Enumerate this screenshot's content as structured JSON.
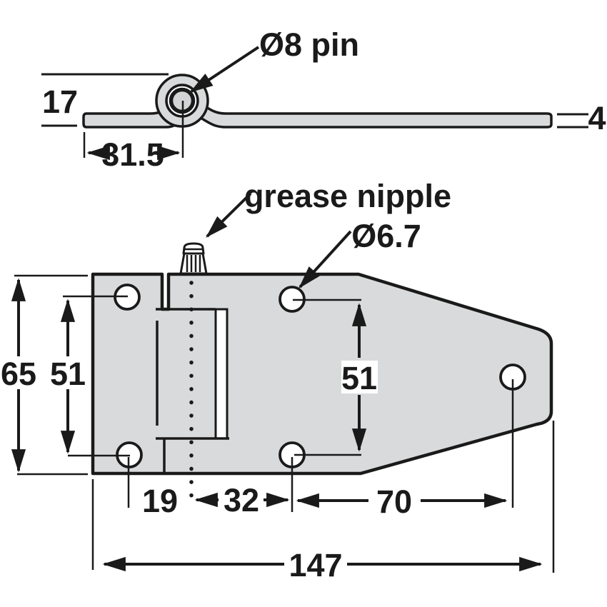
{
  "drawing": {
    "side_view": {
      "pin_label": "Ø8 pin",
      "knuckle_height": "17",
      "end_to_pin": "31.5",
      "leaf_thickness": "4"
    },
    "plan_view": {
      "grease_nipple_label": "grease nipple",
      "hole_diameter": "Ø6.7",
      "plate_width": "65",
      "hole_spacing_left": "51",
      "hole_spacing_right": "51",
      "hole_to_pin": "19",
      "pin_to_hole": "32",
      "hole_to_hole": "70",
      "overall_length": "147"
    },
    "colors": {
      "metal_fill": "#d9dadb",
      "pin_fill": "#d2d4d5",
      "line": "#1a1a1a",
      "background": "#ffffff"
    }
  }
}
